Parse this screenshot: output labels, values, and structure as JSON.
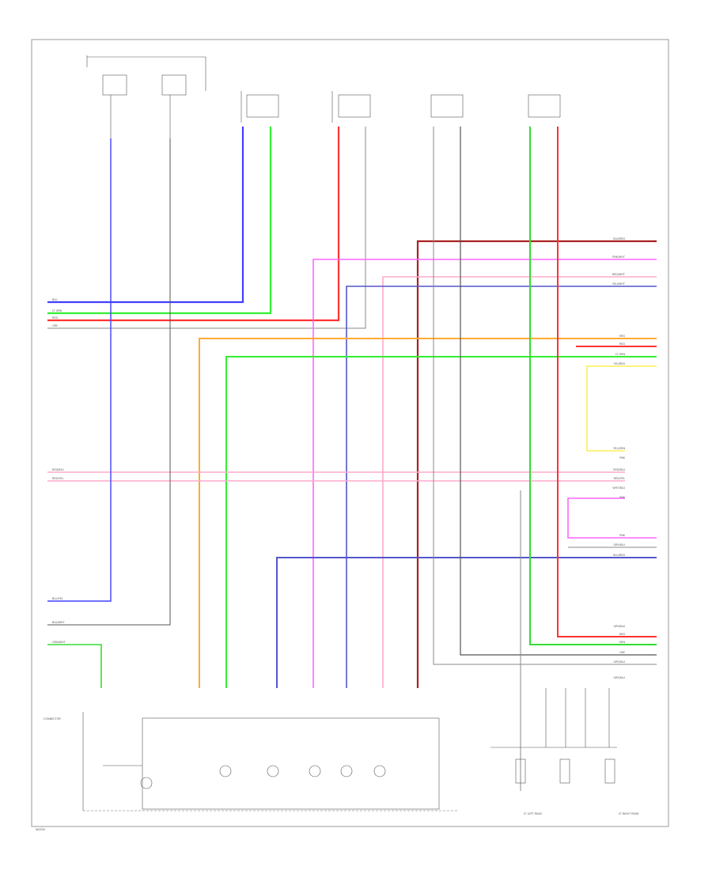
{
  "colors": {
    "blue": "#4040ff",
    "lt_green": "#33ee33",
    "red": "#ff3333",
    "dark_red": "#aa2222",
    "pink": "#ff66ff",
    "orange": "#ffaa33",
    "yellow": "#ffee55",
    "light_pink": "#ffaacc",
    "gray": "#888888",
    "dark_gray": "#555555",
    "navy": "#5555cc",
    "green": "#33dd33"
  },
  "diagram": {
    "left_labels": [
      "BLU",
      "LT GRN",
      "RED",
      "GRY",
      "RED/BLU",
      "RED/YEL",
      "BLU/YEL",
      "BLK/WHT",
      "GRN/WHT"
    ],
    "right_labels": [
      "BLK/RED",
      "PNK/WHT",
      "RED/WHT",
      "BLU/WHT",
      "ORG",
      "RED",
      "LT GRN",
      "YEL/RED",
      "YEL/GRN",
      "PNK",
      "RED/BLU",
      "RED/YEL",
      "WHT/BLU",
      "PNK",
      "PNK",
      "GRY/BLU",
      "BLU/RED",
      "GRY/BLK",
      "RED",
      "GRN",
      "GRY",
      "GRY/BLU",
      "GRY/BLU"
    ],
    "bottom_left_label": "CONNECTOR",
    "bottom_notes": [
      "LT LEFT REAR",
      "LT RIGHT REAR"
    ],
    "footer_code": "W0000"
  }
}
